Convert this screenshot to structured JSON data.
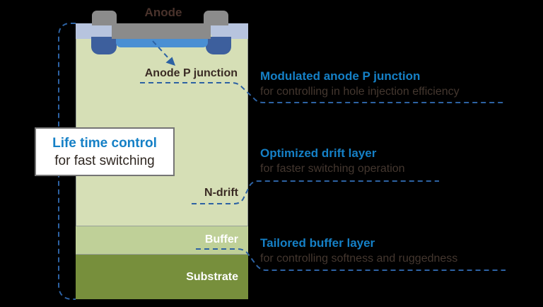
{
  "device": {
    "anode_label": "Anode",
    "anode_p_junction_label": "Anode P junction",
    "n_drift_label": "N-drift",
    "buffer_label": "Buffer",
    "substrate_label": "Substrate"
  },
  "callout": {
    "title": "Life time control",
    "subtitle": "for fast switching"
  },
  "annotations": [
    {
      "title": "Modulated anode P junction",
      "description": "for controlling in hole injection efficiency"
    },
    {
      "title": "Optimized drift layer",
      "description": "for faster switching operation"
    },
    {
      "title": "Tailored buffer layer",
      "description": "for controlling softness and ruggedness"
    }
  ],
  "colors": {
    "background": "#000000",
    "annotation_title_blue": "#1580c6",
    "annotation_text_dark": "#44372f",
    "dashed_line_blue": "#2d62a3",
    "drift_body_green": "#d6dfb6",
    "buffer_green": "#bfd098",
    "substrate_olive": "#778f3c",
    "anode_metal_gray": "#8b8b8b",
    "contact_periwinkle": "#b7c4de",
    "p_junction_blue": "#4a8fd3",
    "p_well_navy": "#3d5f9d",
    "device_label_dark": "#3a2b24",
    "layer_label_white": "#ffffff"
  }
}
